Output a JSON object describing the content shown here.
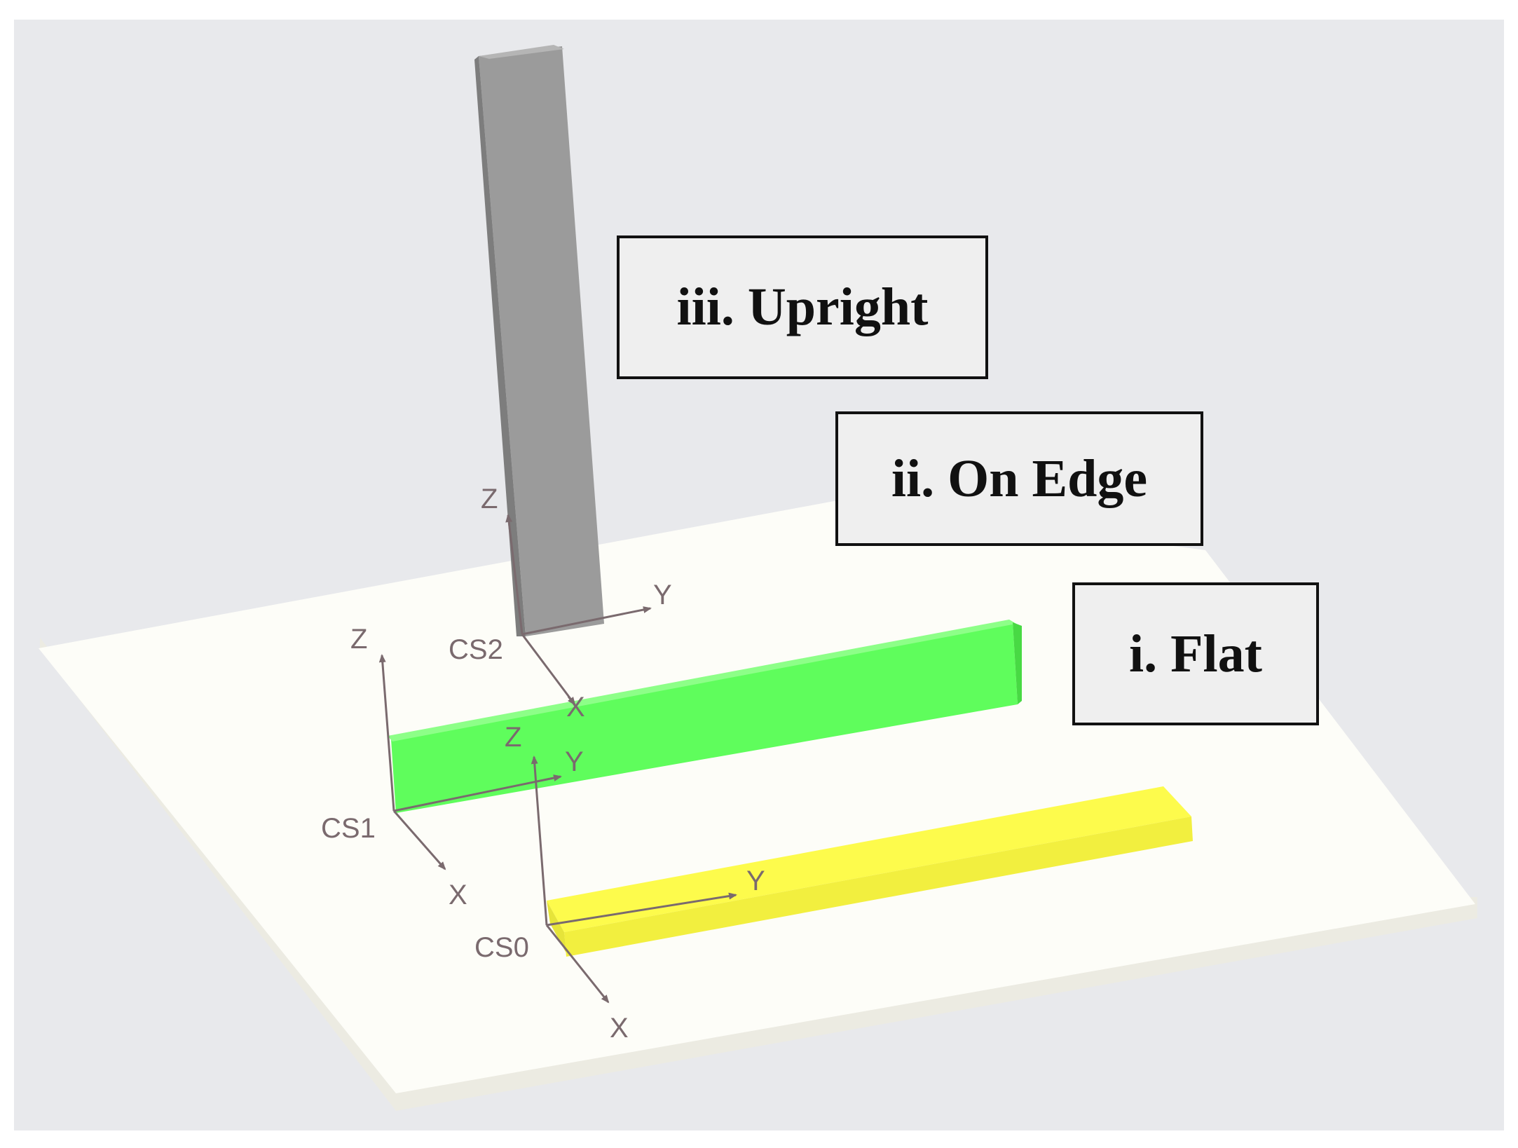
{
  "colors": {
    "background": "#e8e9ec",
    "plate_top": "#fdfdf8",
    "plate_side": "#ecebe2",
    "bar_upright": "#9b9b9b",
    "bar_on_edge": "#5ffd5c",
    "bar_flat": "#fdfb4c",
    "axis_color": "#7a6a6e",
    "label_box_fill": "#efefef"
  },
  "labels": {
    "upright": "iii. Upright",
    "on_edge": "ii. On Edge",
    "flat": "i. Flat"
  },
  "coordinate_systems": {
    "cs0": {
      "name": "CS0",
      "x": "X",
      "y": "Y",
      "z": "Z"
    },
    "cs1": {
      "name": "CS1",
      "x": "X",
      "y": "Y",
      "z": "Z"
    },
    "cs2": {
      "name": "CS2",
      "x": "X",
      "y": "Y",
      "z": "Z"
    }
  }
}
